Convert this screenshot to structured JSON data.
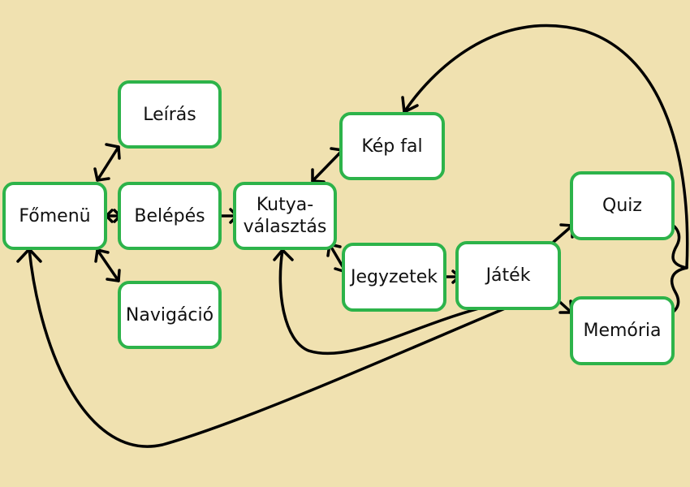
{
  "colors": {
    "background": "#f0e1b0",
    "node_fill": "#ffffff",
    "node_border": "#2db34a",
    "connector": "#000000"
  },
  "nodes": {
    "fomenu": "Főmenü",
    "leiras": "Leírás",
    "belepes": "Belépés",
    "navigacio": "Navigáció",
    "kutya_line1": "Kutya-",
    "kutya_line2": "választás",
    "kepfal": "Kép fal",
    "jegyzetek": "Jegyzetek",
    "jatek": "Játék",
    "quiz": "Quiz",
    "memoria": "Memória"
  }
}
